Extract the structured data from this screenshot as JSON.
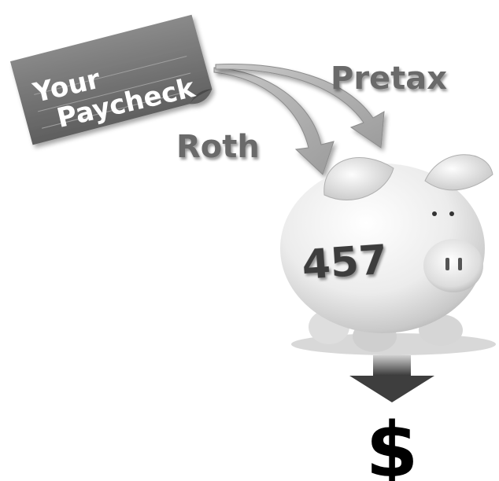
{
  "diagram": {
    "paycheck": {
      "line1": "Your",
      "line2": "Paycheck"
    },
    "arrows": {
      "pretax_label": "Pretax",
      "roth_label": "Roth"
    },
    "piggy_bank": {
      "plan_number": "457"
    },
    "output": {
      "symbol": "$"
    }
  },
  "colors": {
    "paycheck_fill": "#6f6f6f",
    "arrow_fill": "#b8b8b8",
    "label_gray": "#6a6a6a",
    "piggy_light": "#f4f4f4",
    "piggy_shadow": "#9a9a9a",
    "dollar": "#000000"
  }
}
